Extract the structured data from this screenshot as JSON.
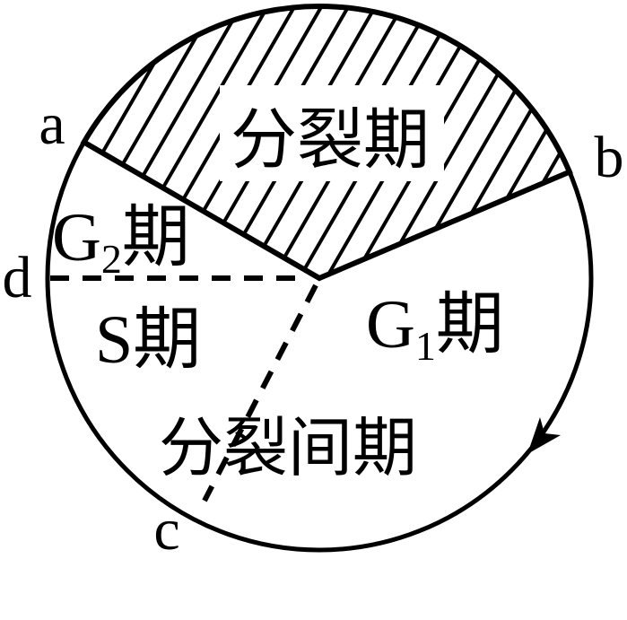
{
  "figure": {
    "type": "cell-cycle-circle-diagram",
    "background_color": "#ffffff",
    "ink_color": "#000000",
    "labels": {
      "division_phase": "分裂期",
      "interphase": "分裂间期",
      "g2_base": "G",
      "g2_sub": "2",
      "g2_suffix": "期",
      "s_phase": "S期",
      "g1_base": "G",
      "g1_sub": "1",
      "g1_suffix": "期",
      "point_a": "a",
      "point_b": "b",
      "point_c": "c",
      "point_d": "d"
    },
    "notes": {
      "hatched_sector": "top sector between points a and b is diagonally hatched",
      "direction": "arrowhead on lower-right of circle pointing clockwise"
    }
  }
}
